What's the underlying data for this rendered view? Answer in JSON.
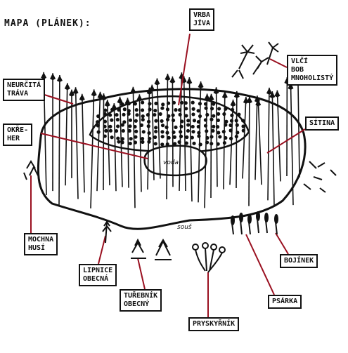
{
  "title": "MAPA (PLÁNEK):",
  "labels": {
    "vrba": "VRBA\nJÍVA",
    "vlci_bob": "VLČÍ\nBOB\nMNOHOLISTÝ",
    "neurcita_trava": "NEURČITÁ\nTRÁVA",
    "okre_her": "OKŘE-\nHER",
    "sitina": "SÍTINA",
    "mochna": "MOCHNA\nHUSÍ",
    "lipnice": "LIPNICE\nOBECNÁ",
    "trebik": "TUŘEBNÍK\nOBECNÝ",
    "pryskyrnik": "PRYSKYŘNÍK",
    "psarka": "PSÁRKA",
    "bojinek": "BOJÍNEK"
  },
  "pool_text": "voda",
  "bank_text": "souš",
  "colors": {
    "ink": "#111111",
    "leader": "#9a1020"
  }
}
